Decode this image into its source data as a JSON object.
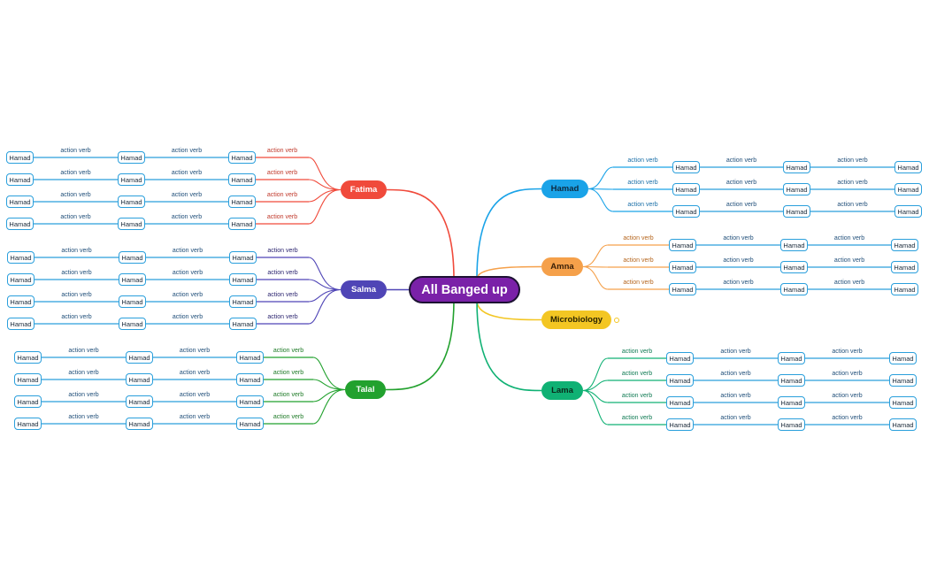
{
  "mindmap": {
    "central": {
      "label": "All Banged up",
      "color": "#7a21a8"
    },
    "branches": [
      {
        "id": "fatima",
        "label": "Fatima",
        "color": "#f04a3b",
        "text_color": "#ffffff",
        "verb_color": "#c0392b",
        "side": "left",
        "rows": [
          {
            "verbs": [
              "action verb",
              "action verb",
              "action verb"
            ],
            "nodes": [
              "Hamad",
              "Hamad",
              "Hamad"
            ]
          },
          {
            "verbs": [
              "action verb",
              "action verb",
              "action verb"
            ],
            "nodes": [
              "Hamad",
              "Hamad",
              "Hamad"
            ]
          },
          {
            "verbs": [
              "action verb",
              "action verb",
              "action verb"
            ],
            "nodes": [
              "Hamad",
              "Hamad",
              "Hamad"
            ]
          },
          {
            "verbs": [
              "action verb",
              "action verb",
              "action verb"
            ],
            "nodes": [
              "Hamad",
              "Hamad",
              "Hamad"
            ]
          }
        ]
      },
      {
        "id": "salma",
        "label": "Salma",
        "color": "#4f45b6",
        "text_color": "#ffffff",
        "verb_color": "#2c2570",
        "side": "left",
        "rows": [
          {
            "verbs": [
              "action verb",
              "action verb",
              "action verb"
            ],
            "nodes": [
              "Hamad",
              "Hamad",
              "Hamad"
            ]
          },
          {
            "verbs": [
              "action verb",
              "action verb",
              "action verb"
            ],
            "nodes": [
              "Hamad",
              "Hamad",
              "Hamad"
            ]
          },
          {
            "verbs": [
              "action verb",
              "action verb",
              "action verb"
            ],
            "nodes": [
              "Hamad",
              "Hamad",
              "Hamad"
            ]
          },
          {
            "verbs": [
              "action verb",
              "action verb",
              "action verb"
            ],
            "nodes": [
              "Hamad",
              "Hamad",
              "Hamad"
            ]
          }
        ]
      },
      {
        "id": "talal",
        "label": "Talal",
        "color": "#22a12e",
        "text_color": "#ffffff",
        "verb_color": "#1d7a26",
        "side": "left",
        "rows": [
          {
            "verbs": [
              "action verb",
              "action verb",
              "action verb"
            ],
            "nodes": [
              "Hamad",
              "Hamad",
              "Hamad"
            ]
          },
          {
            "verbs": [
              "action verb",
              "action verb",
              "action verb"
            ],
            "nodes": [
              "Hamad",
              "Hamad",
              "Hamad"
            ]
          },
          {
            "verbs": [
              "action verb",
              "action verb",
              "action verb"
            ],
            "nodes": [
              "Hamad",
              "Hamad",
              "Hamad"
            ]
          },
          {
            "verbs": [
              "action verb",
              "action verb",
              "action verb"
            ],
            "nodes": [
              "Hamad",
              "Hamad",
              "Hamad"
            ]
          }
        ]
      },
      {
        "id": "hamad",
        "label": "Hamad",
        "color": "#1aa3e8",
        "text_color": "#0d2a40",
        "verb_color": "#1a6fa8",
        "side": "right",
        "rows": [
          {
            "verbs": [
              "action verb",
              "action verb",
              "action verb"
            ],
            "nodes": [
              "Hamad",
              "Hamad",
              "Hamad"
            ]
          },
          {
            "verbs": [
              "action verb",
              "action verb",
              "action verb"
            ],
            "nodes": [
              "Hamad",
              "Hamad",
              "Hamad"
            ]
          },
          {
            "verbs": [
              "action verb",
              "action verb",
              "action verb"
            ],
            "nodes": [
              "Hamad",
              "Hamad",
              "Hamad"
            ]
          }
        ]
      },
      {
        "id": "amna",
        "label": "Amna",
        "color": "#f5a04a",
        "text_color": "#3a2008",
        "verb_color": "#b5651d",
        "side": "right",
        "rows": [
          {
            "verbs": [
              "action verb",
              "action verb",
              "action verb"
            ],
            "nodes": [
              "Hamad",
              "Hamad",
              "Hamad"
            ]
          },
          {
            "verbs": [
              "action verb",
              "action verb",
              "action verb"
            ],
            "nodes": [
              "Hamad",
              "Hamad",
              "Hamad"
            ]
          },
          {
            "verbs": [
              "action verb",
              "action verb",
              "action verb"
            ],
            "nodes": [
              "Hamad",
              "Hamad",
              "Hamad"
            ]
          }
        ]
      },
      {
        "id": "microbiology",
        "label": "Microbiology",
        "color": "#f3c623",
        "text_color": "#2a2400",
        "verb_color": "#8a7000",
        "side": "right",
        "collapsed": true,
        "rows": []
      },
      {
        "id": "lama",
        "label": "Lama",
        "color": "#10b174",
        "text_color": "#0a2a1c",
        "verb_color": "#0e7a52",
        "side": "right",
        "rows": [
          {
            "verbs": [
              "action verb",
              "action verb",
              "action verb"
            ],
            "nodes": [
              "Hamad",
              "Hamad",
              "Hamad"
            ]
          },
          {
            "verbs": [
              "action verb",
              "action verb",
              "action verb"
            ],
            "nodes": [
              "Hamad",
              "Hamad",
              "Hamad"
            ]
          },
          {
            "verbs": [
              "action verb",
              "action verb",
              "action verb"
            ],
            "nodes": [
              "Hamad",
              "Hamad",
              "Hamad"
            ]
          },
          {
            "verbs": [
              "action verb",
              "action verb",
              "action verb"
            ],
            "nodes": [
              "Hamad",
              "Hamad",
              "Hamad"
            ]
          }
        ]
      }
    ],
    "leaf_border_color": "#2a9fdc"
  }
}
